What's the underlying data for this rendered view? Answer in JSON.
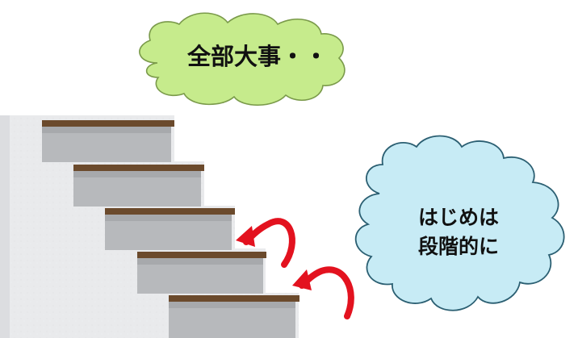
{
  "bubbles": {
    "green_cloud": {
      "text": "全部大事・・",
      "fill": "#c6eb8c",
      "stroke": "#7a9a4a"
    },
    "blue_cloud": {
      "line1": "はじめは",
      "line2": "段階的に",
      "fill": "#c7ebf5",
      "stroke": "#2b5f72"
    }
  },
  "illustration": {
    "wall_color": "#e9eaec",
    "tread_color": "#6b4a2c",
    "riser_color": "#b7b9bc",
    "arrow_color": "#e3121f",
    "step_count": 5
  }
}
